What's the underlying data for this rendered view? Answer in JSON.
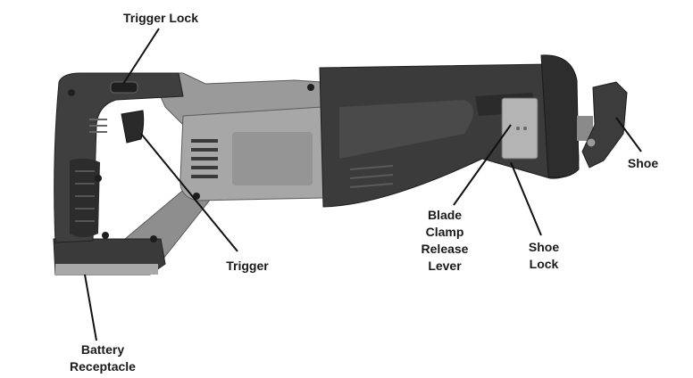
{
  "labels": {
    "trigger_lock": "Trigger Lock",
    "trigger": "Trigger",
    "battery_receptacle": [
      "Battery",
      "Receptacle"
    ],
    "blade_clamp_release_lever": [
      "Blade",
      "Clamp",
      "Release",
      "Lever"
    ],
    "shoe_lock": [
      "Shoe",
      "Lock"
    ],
    "shoe": "Shoe"
  },
  "colors": {
    "rubber": "#3d3d3d",
    "rubber_dark": "#2a2a2a",
    "housing": "#8f8f8f",
    "housing_light": "#a8a8a8",
    "housing_dark": "#6f6f6f",
    "metal": "#b5b5b5",
    "leader": "#111111"
  }
}
